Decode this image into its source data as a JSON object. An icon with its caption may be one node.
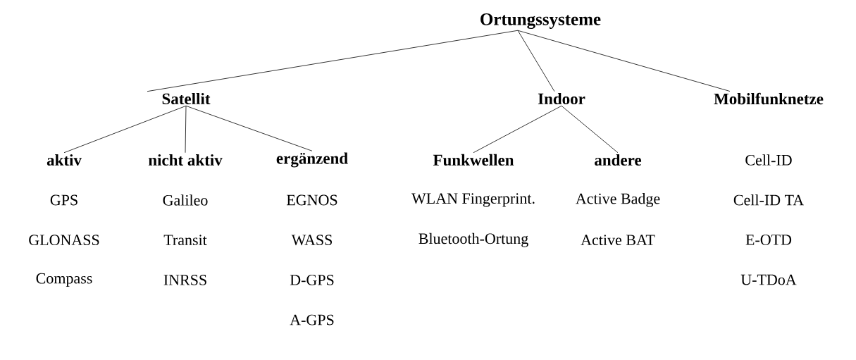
{
  "diagram": {
    "nodes": [
      {
        "text": [
          "Ortungssysteme"
        ]
      },
      {
        "text": [
          "Satellit"
        ]
      },
      {
        "text": [
          "Indoor"
        ]
      },
      {
        "text": [
          "Mobilfunknetze"
        ],
        "beside": [
          "Cell-ID",
          "Cell-ID TA",
          "E-OTD",
          "U-TDoA"
        ]
      },
      {
        "text": [
          "aktiv"
        ],
        "beside": [
          "GPS",
          "GLONASS",
          "Compass"
        ]
      },
      {
        "text": [
          "nicht aktiv"
        ],
        "beside": [
          "Galileo",
          "Transit",
          "INRSS"
        ]
      },
      {
        "text": [
          "ergänzend"
        ],
        "beside": [
          "EGNOS",
          "WASS",
          "D-GPS",
          "A-GPS"
        ]
      },
      {
        "text": [
          "Funkwellen"
        ],
        "beside": [
          "WLAN Fingerprint.",
          "Bluetooth-Ortung"
        ]
      },
      {
        "text": [
          "andere"
        ],
        "beside": [
          "Active Badge",
          "Active BAT"
        ]
      }
    ],
    "edges": [
      {
        "from": 0,
        "to": 1,
        "arrow": "none"
      },
      {
        "from": 0,
        "to": 2,
        "arrow": "none"
      },
      {
        "from": 0,
        "to": 3,
        "arrow": "none"
      },
      {
        "from": 1,
        "to": 4,
        "arrow": "none"
      },
      {
        "from": 1,
        "to": 5,
        "arrow": "none"
      },
      {
        "from": 1,
        "to": 6,
        "arrow": "none"
      },
      {
        "from": 2,
        "to": 7,
        "arrow": "none"
      },
      {
        "from": 2,
        "to": 8,
        "arrow": "none"
      }
    ]
  }
}
